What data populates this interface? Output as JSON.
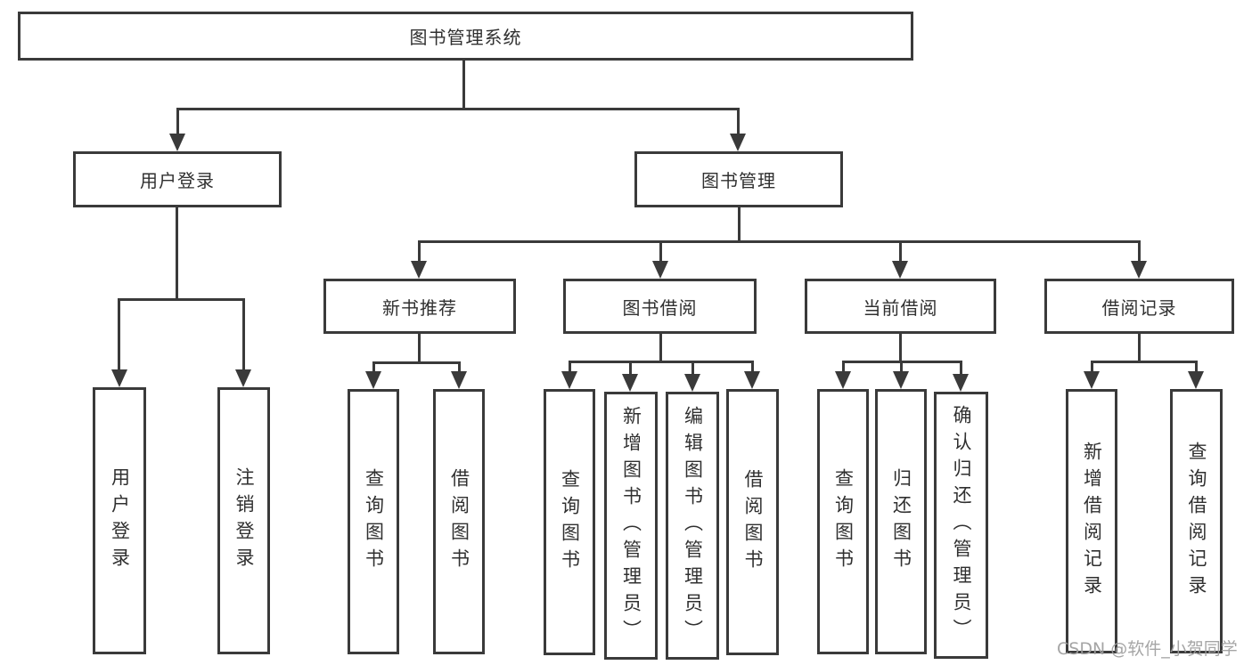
{
  "title": "图书管理系统",
  "colors": {
    "line": "#3a3a3a",
    "border": "#3a3a3a",
    "text": "#303030",
    "background": "#ffffff",
    "watermark": "#9e9e9e"
  },
  "watermark": {
    "text": "CSDN @软件_小贺同学"
  },
  "nodes": {
    "root": {
      "label": "图书管理系统"
    },
    "user_login": {
      "label": "用户登录"
    },
    "book_mgmt": {
      "label": "图书管理"
    },
    "new_book_rec": {
      "label": "新书推荐"
    },
    "book_borrow": {
      "label": "图书借阅"
    },
    "current_borrow": {
      "label": "当前借阅"
    },
    "borrow_record": {
      "label": "借阅记录"
    },
    "leaf_user_login": {
      "label": "用户登录"
    },
    "leaf_logout": {
      "label": "注销登录"
    },
    "leaf_nbr_query": {
      "label": "查询图书"
    },
    "leaf_nbr_borrow": {
      "label": "借阅图书"
    },
    "leaf_bb_query": {
      "label": "查询图书"
    },
    "leaf_bb_add": {
      "label": "新增图书（管理员）"
    },
    "leaf_bb_edit": {
      "label": "编辑图书（管理员）"
    },
    "leaf_bb_borrow": {
      "label": "借阅图书"
    },
    "leaf_cb_query": {
      "label": "查询图书"
    },
    "leaf_cb_return": {
      "label": "归还图书"
    },
    "leaf_cb_confirm": {
      "label": "确认归还（管理员）"
    },
    "leaf_br_add": {
      "label": "新增借阅记录"
    },
    "leaf_br_query": {
      "label": "查询借阅记录"
    }
  },
  "hierarchy": {
    "图书管理系统": [
      "用户登录",
      "图书管理"
    ],
    "用户登录": [
      "用户登录",
      "注销登录"
    ],
    "图书管理": [
      "新书推荐",
      "图书借阅",
      "当前借阅",
      "借阅记录"
    ],
    "新书推荐": [
      "查询图书",
      "借阅图书"
    ],
    "图书借阅": [
      "查询图书",
      "新增图书（管理员）",
      "编辑图书（管理员）",
      "借阅图书"
    ],
    "当前借阅": [
      "查询图书",
      "归还图书",
      "确认归还（管理员）"
    ],
    "借阅记录": [
      "新增借阅记录",
      "查询借阅记录"
    ]
  }
}
